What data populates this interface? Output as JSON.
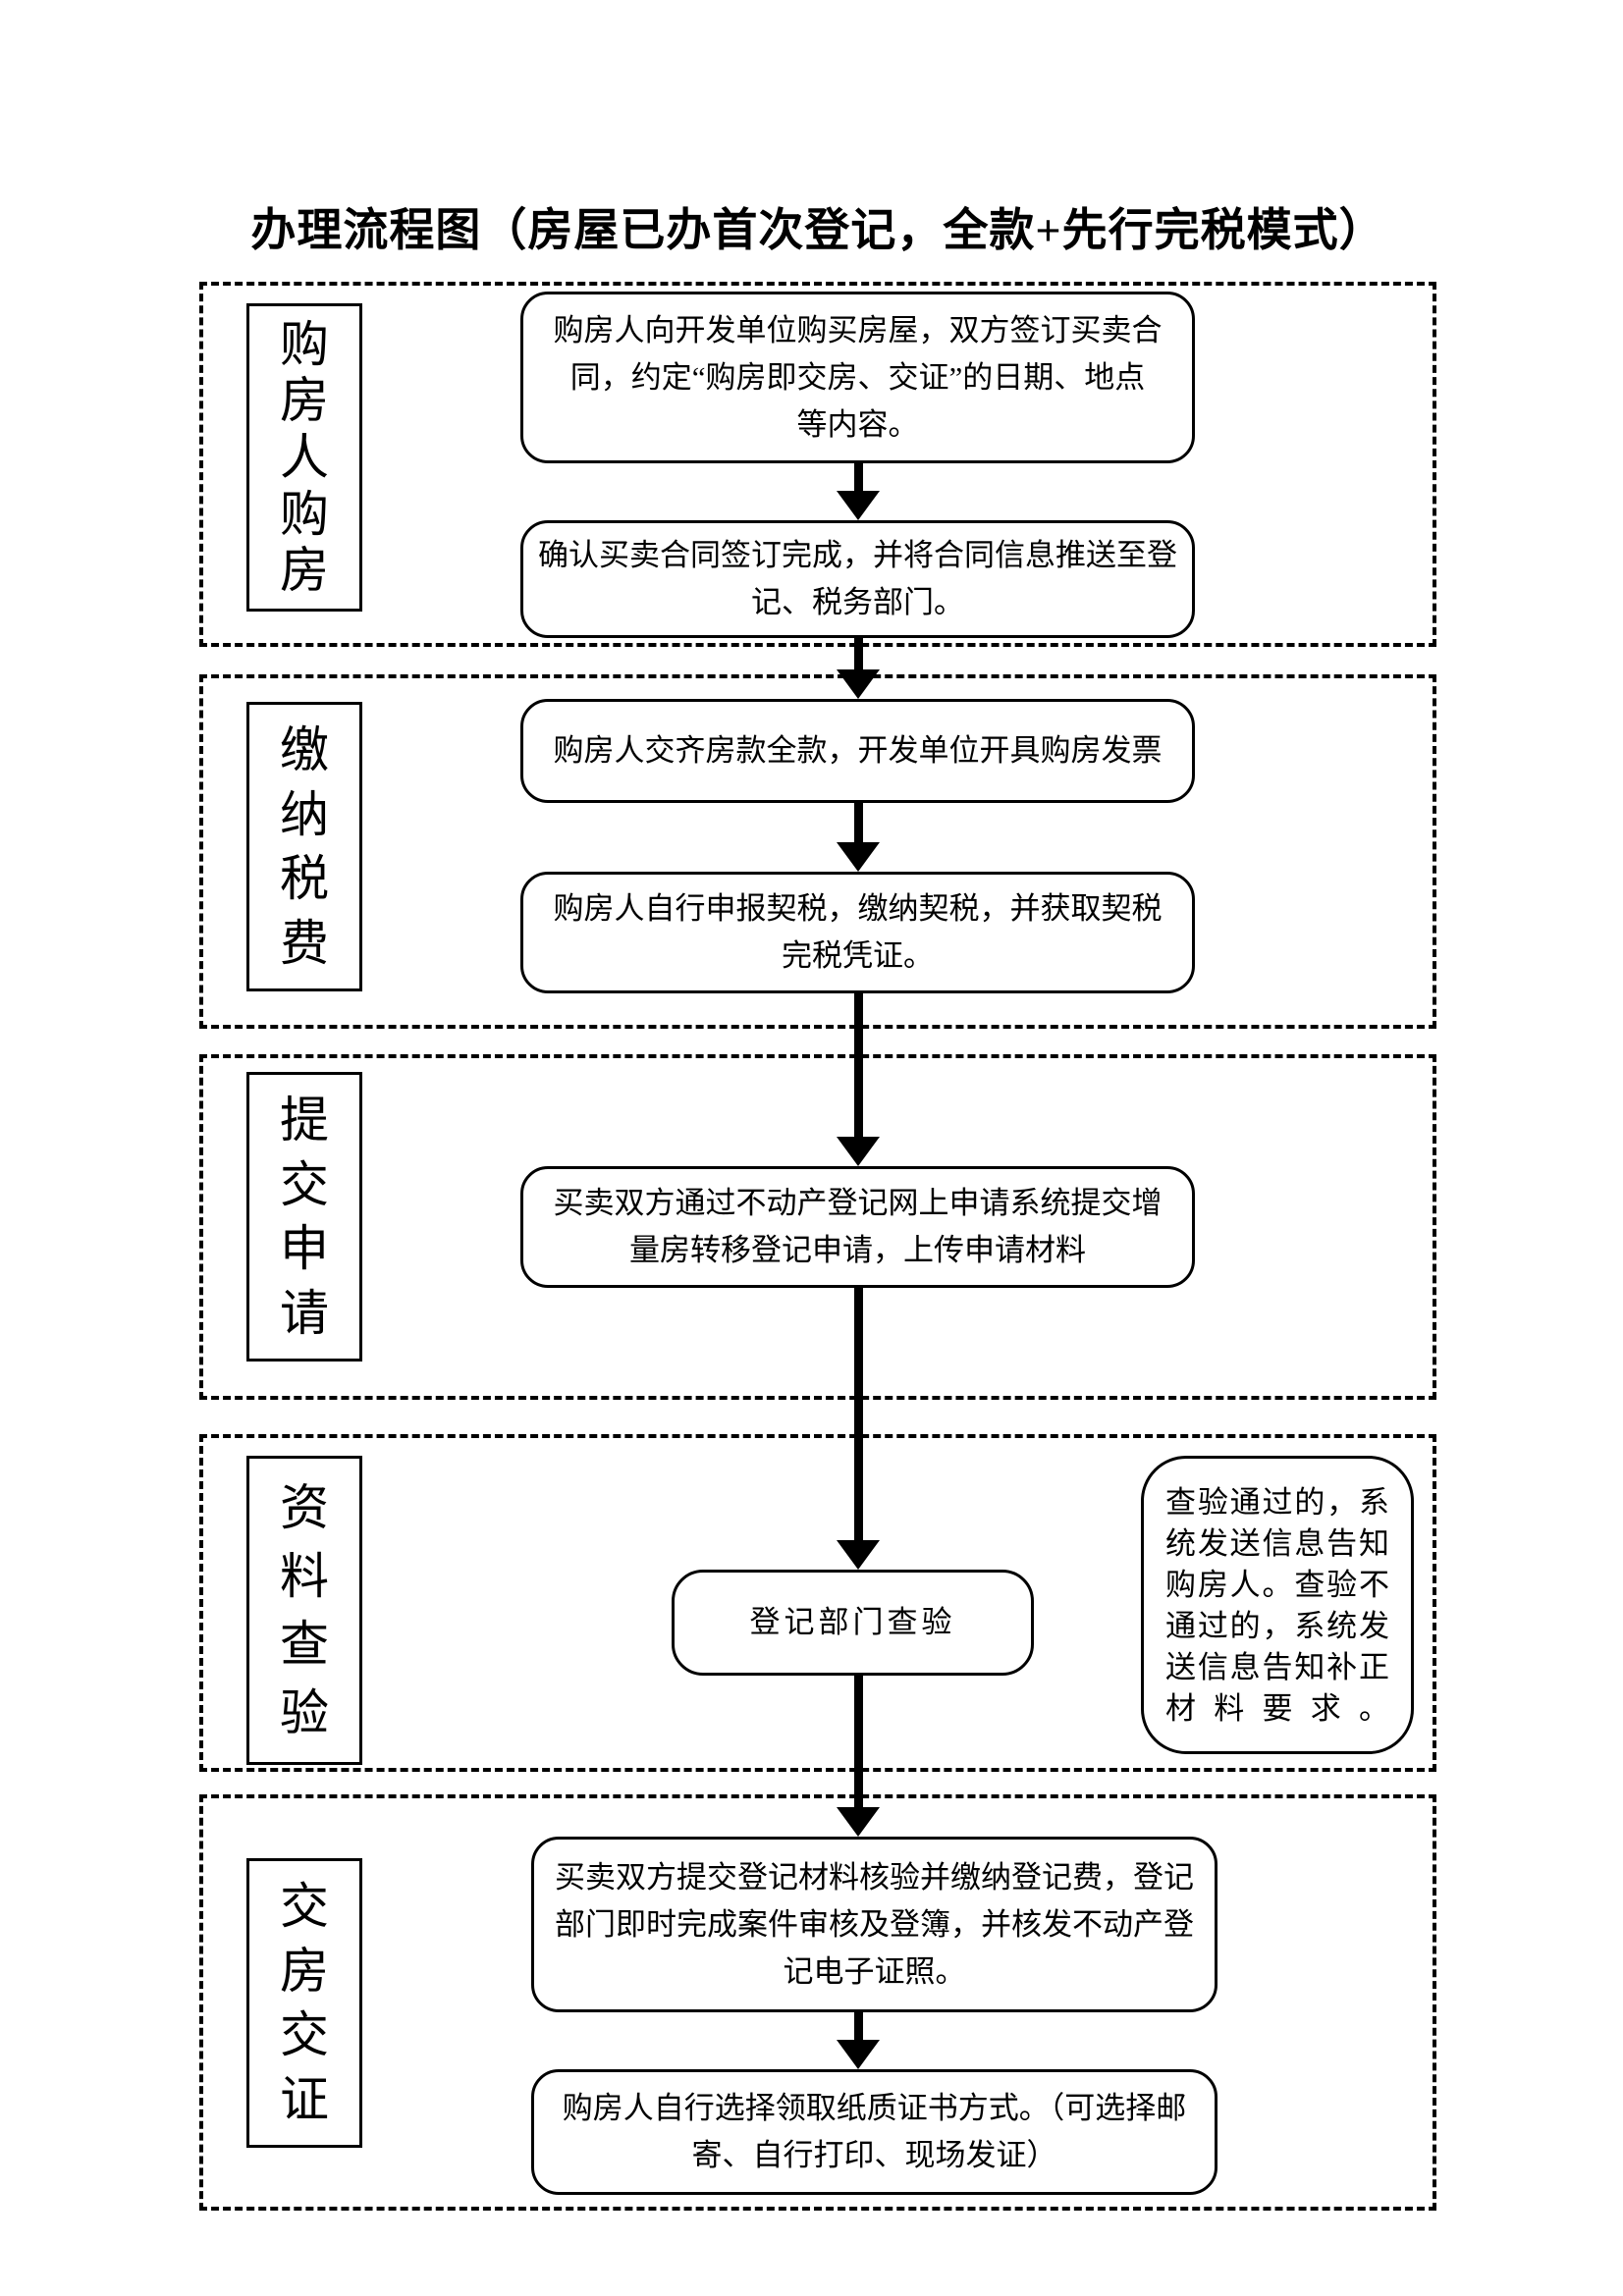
{
  "title": "办理流程图（房屋已办首次登记，全款+先行完税模式）",
  "colors": {
    "ink": "#000000",
    "background": "#ffffff"
  },
  "sections": [
    {
      "label": "购房人购房",
      "label_chars": [
        "购",
        "房",
        "人",
        "购",
        "房"
      ],
      "boxes": [
        {
          "lines": [
            "购房人向开发单位购买房屋，双方签订买卖合",
            "同，约定“购房即交房、交证”的日期、地点",
            "等内容。"
          ]
        },
        {
          "lines": [
            "确认买卖合同签订完成，并将合同信息推送至登",
            "记、税务部门。"
          ]
        }
      ]
    },
    {
      "label": "缴纳税费",
      "label_chars": [
        "缴",
        "纳",
        "税",
        "费"
      ],
      "boxes": [
        {
          "lines": [
            "购房人交齐房款全款，开发单位开具购房发票"
          ]
        },
        {
          "lines": [
            "购房人自行申报契税，缴纳契税，并获取契税",
            "完税凭证。"
          ]
        }
      ]
    },
    {
      "label": "提交申请",
      "label_chars": [
        "提",
        "交",
        "申",
        "请"
      ],
      "boxes": [
        {
          "lines": [
            "买卖双方通过不动产登记网上申请系统提交增",
            "量房转移登记申请，上传申请材料"
          ]
        }
      ]
    },
    {
      "label": "资料查验",
      "label_chars": [
        "资",
        "料",
        "查",
        "验"
      ],
      "boxes": [
        {
          "lines": [
            "登记部门查验"
          ]
        }
      ],
      "side_note": {
        "lines": [
          "查验通过的，系",
          "统发送信息告知",
          "购房人。查验不",
          "通过的，系统发",
          "送信息告知补正",
          "材料要求。"
        ]
      }
    },
    {
      "label": "交房交证",
      "label_chars": [
        "交",
        "房",
        "交",
        "证"
      ],
      "boxes": [
        {
          "lines": [
            "买卖双方提交登记材料核验并缴纳登记费，登记",
            "部门即时完成案件审核及登簿，并核发不动产登",
            "记电子证照。"
          ]
        },
        {
          "lines": [
            "购房人自行选择领取纸质证书方式。（可选择邮",
            "寄、自行打印、现场发证）"
          ]
        }
      ]
    }
  ]
}
